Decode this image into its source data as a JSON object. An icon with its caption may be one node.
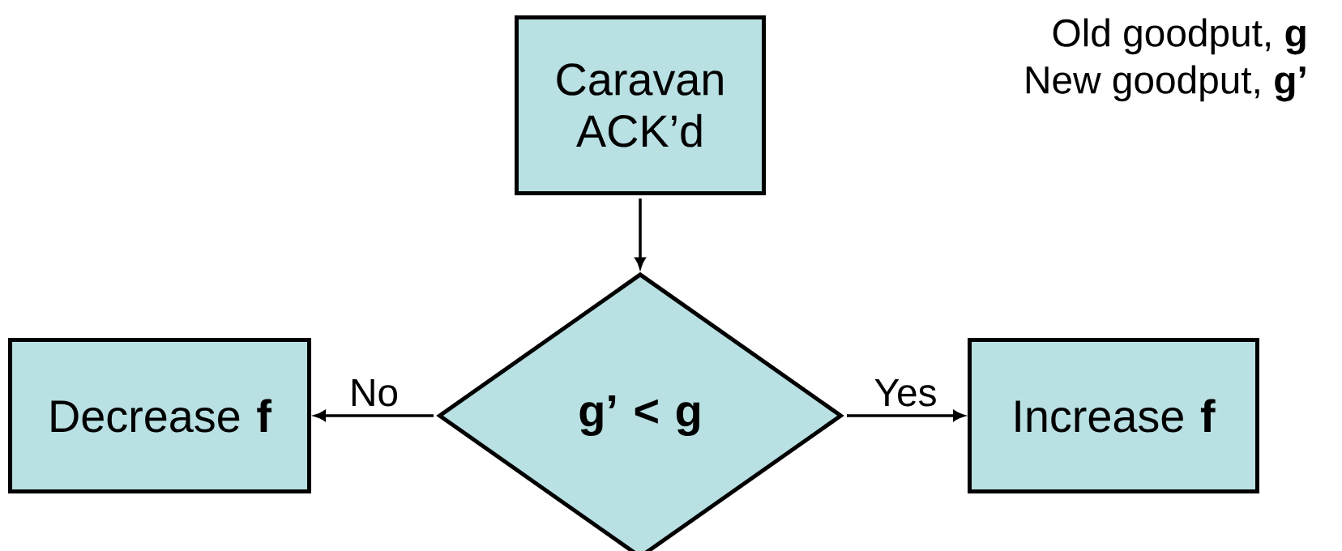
{
  "diagram": {
    "nodes": [
      {
        "text": [
          "Caravan ACK’d"
        ]
      },
      {
        "text": [
          "g’ < g"
        ]
      },
      {
        "text": [
          "Decrease **f**"
        ]
      },
      {
        "text": [
          "Increase **f**"
        ]
      }
    ],
    "edges": [
      {
        "from": 0,
        "to": 1,
        "arrow": "to"
      },
      {
        "from": 1,
        "to": 2,
        "arrow": "to",
        "label": "No"
      },
      {
        "from": 1,
        "to": 3,
        "arrow": "to",
        "label": "Yes"
      }
    ],
    "labels": [
      "Old goodput, **g**",
      "New goodput, **g’**"
    ]
  }
}
